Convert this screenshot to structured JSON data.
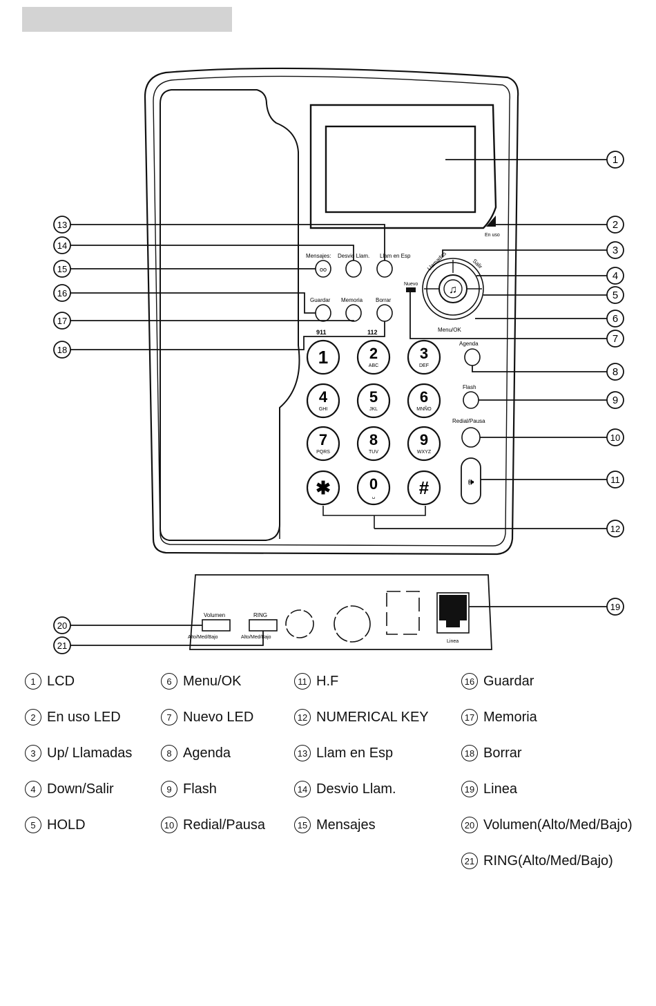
{
  "phone": {
    "en_uso_label": "En uso",
    "nuevo_label": "Nuevo",
    "llamadas_label": "Llamadas",
    "salir_label": "Salir",
    "menu_ok_label": "Menu/OK",
    "mensajes_label": "Mensajes:",
    "desvio_label": "Desvio Llam.",
    "llam_esp_label": "Llam en Esp",
    "guardar_label": "Guardar",
    "memoria_label": "Memoria",
    "borrar_label": "Borrar",
    "emergency_911": "911",
    "emergency_112": "112",
    "agenda_label": "Agenda",
    "flash_label": "Flash",
    "redial_label": "Redial/Pausa",
    "keys": [
      {
        "digit": "1",
        "letters": ""
      },
      {
        "digit": "2",
        "letters": "ABC"
      },
      {
        "digit": "3",
        "letters": "DEF"
      },
      {
        "digit": "4",
        "letters": "GHI"
      },
      {
        "digit": "5",
        "letters": "JKL"
      },
      {
        "digit": "6",
        "letters": "MNÑO"
      },
      {
        "digit": "7",
        "letters": "PQRS"
      },
      {
        "digit": "8",
        "letters": "TUV"
      },
      {
        "digit": "9",
        "letters": "WXYZ"
      },
      {
        "digit": "✱",
        "letters": ""
      },
      {
        "digit": "0",
        "letters": "␣"
      },
      {
        "digit": "#",
        "letters": ""
      }
    ]
  },
  "base": {
    "volumen_label": "Volumen",
    "volumen_sub": "Alto/Med/Bajo",
    "ring_label": "RING",
    "ring_sub": "Alto/Med/Bajo",
    "linea_label": "Linea"
  },
  "callouts": [
    "1",
    "2",
    "3",
    "4",
    "5",
    "6",
    "7",
    "8",
    "9",
    "10",
    "11",
    "12",
    "13",
    "14",
    "15",
    "16",
    "17",
    "18",
    "19",
    "20",
    "21"
  ],
  "legend": [
    {
      "num": "1",
      "text": "LCD"
    },
    {
      "num": "2",
      "text": "En uso LED"
    },
    {
      "num": "3",
      "text": "Up/ Llamadas"
    },
    {
      "num": "4",
      "text": "Down/Salir"
    },
    {
      "num": "5",
      "text": "HOLD"
    },
    {
      "num": "6",
      "text": "Menu/OK"
    },
    {
      "num": "7",
      "text": "Nuevo LED"
    },
    {
      "num": "8",
      "text": "Agenda"
    },
    {
      "num": "9",
      "text": "Flash"
    },
    {
      "num": "10",
      "text": "Redial/Pausa"
    },
    {
      "num": "11",
      "text": "H.F"
    },
    {
      "num": "12",
      "text": "NUMERICAL KEY"
    },
    {
      "num": "13",
      "text": "Llam en Esp"
    },
    {
      "num": "14",
      "text": "Desvio Llam."
    },
    {
      "num": "15",
      "text": "Mensajes"
    },
    {
      "num": "16",
      "text": "Guardar"
    },
    {
      "num": "17",
      "text": "Memoria"
    },
    {
      "num": "18",
      "text": "Borrar"
    },
    {
      "num": "19",
      "text": "Linea"
    },
    {
      "num": "20",
      "text": "Volumen(Alto/Med/Bajo)"
    },
    {
      "num": "21",
      "text": "RING(Alto/Med/Bajo)"
    }
  ]
}
